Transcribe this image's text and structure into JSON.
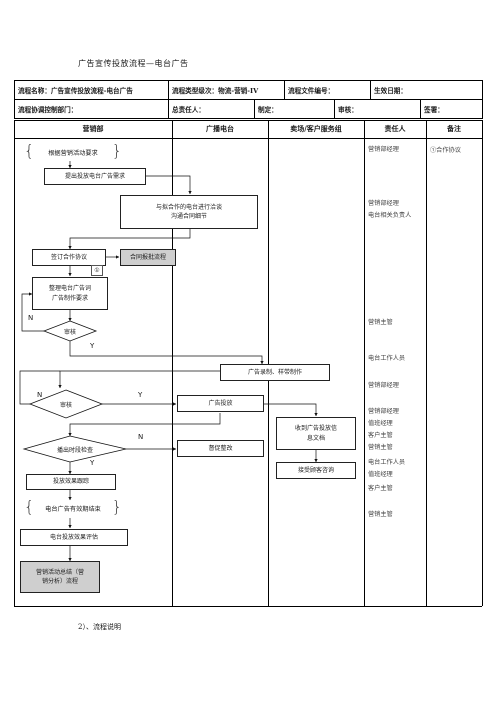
{
  "doc_title": "广告宣传投放流程—电台广告",
  "header": {
    "row1": {
      "flow_name": "流程名称：广告宣传投放流程-电台广告",
      "flow_type": "流程类型级次：物流-营销-IV",
      "file_no": "流程文件编号：",
      "effective_date": "生效日期："
    },
    "row2": {
      "coord_dept": "流程协调控制部门：",
      "owner": "总责任人：",
      "drafter": "制定：",
      "reviewer": "审核：",
      "approver": "签署："
    }
  },
  "lanes": {
    "marketing": "营销部",
    "radio": "广播电台",
    "store": "卖场/客户服务组",
    "responsible": "责任人",
    "remarks": "备注"
  },
  "steps": {
    "s1": "根据营销活动要求",
    "s2": "提出投放电台广告需求",
    "s3a": "与拟合作的电台进行洽谈",
    "s3b": "沟通合同细节",
    "s4": "签订合作协议",
    "s4_ref": "合同报批流程",
    "s4_mark": "①",
    "s5a": "整理电台广告词",
    "s5b": "广告制作要求",
    "d1": "审核",
    "s6": "广告录制、样带制作",
    "d2": "审核",
    "s7": "广告投放",
    "s8a": "收到广告投放信",
    "s8b": "息文档",
    "d3": "播出时段检查",
    "s9": "督促整改",
    "s10": "接受顾客咨询",
    "s11": "投放效果跟踪",
    "s12": "电台广告有效期结束",
    "s13": "电台投放效果评估",
    "s14a": "营销活动总结（营",
    "s14b": "销分析）流程"
  },
  "labels": {
    "yes": "Y",
    "no": "N"
  },
  "responsible": [
    "营销部经理",
    "营销部经理",
    "电台相关负责人",
    "营销主管",
    "电台工作人员",
    "营销部经理",
    "营销部经理",
    "值班经理",
    "客户主管",
    "营销主管",
    "电台工作人员",
    "值班经理",
    "客户主管",
    "营销主管"
  ],
  "remark": "①合作协议",
  "footer": "2）、流程说明"
}
